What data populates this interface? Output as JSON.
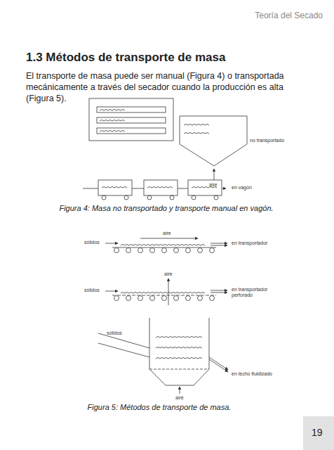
{
  "diagram": {
    "title": "1.3 Métodos de transporte de masa",
    "labels": [
      "Teoría del Secado",
      "El transporte de masa puede ser manual (Figura 4) o transportada mecánicamente a través del secador cuando la producción es alta (Figura 5).",
      "no transportado",
      "aire",
      "en vagón",
      "Figura 4: Masa no transportado y transporte manual en vagón.",
      "aire",
      "sólidos",
      "en transportador",
      "aire",
      "sólidos",
      "en transportador perforado",
      "sólidos",
      "en lecho fluidizado",
      "aire",
      "Figura 5: Métodos de transporte de masa.",
      "19"
    ]
  }
}
